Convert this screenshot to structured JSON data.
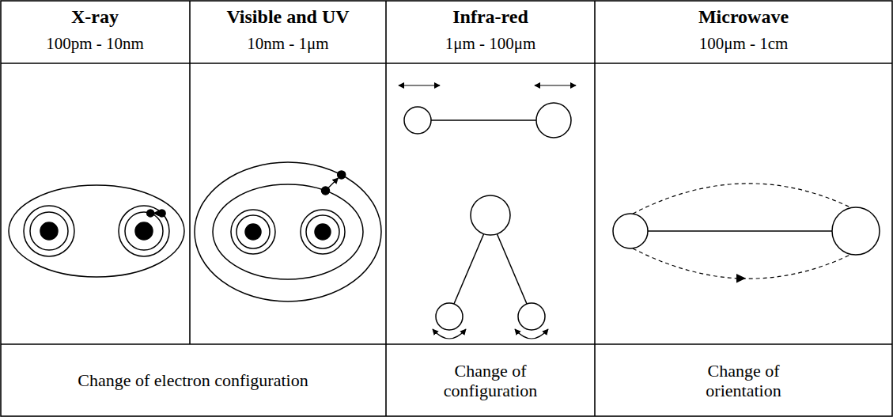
{
  "diagram": {
    "labels": [
      "X-ray",
      "100pm - 10nm",
      "Visible and UV",
      "10nm - 1μm",
      "Infra-red",
      "1μm - 100μm",
      "Microwave",
      "100μm - 1cm",
      "Change of electron configuration",
      "Change of configuration",
      "Change of orientation"
    ]
  }
}
